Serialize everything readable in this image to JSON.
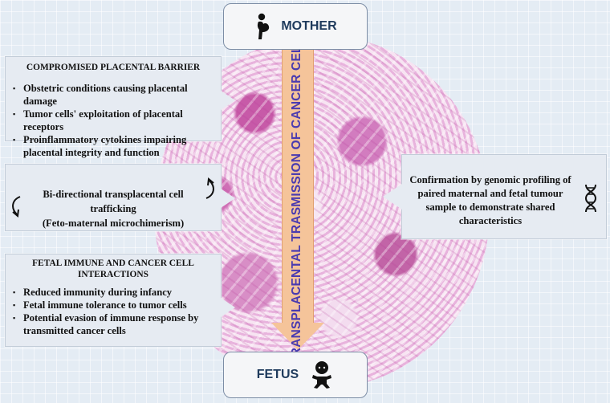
{
  "top_label": "MOTHER",
  "bottom_label": "FETUS",
  "central_arrow_label": "TRANSPLACENTAL TRASMISSION OF CANCER CELLS",
  "barrier_box": {
    "heading": "COMPROMISED PLACENTAL BARRIER",
    "items": [
      "Obstetric conditions causing placental damage",
      "Tumor cells' exploitation of placental receptors",
      "Proinflammatory cytokines impairing placental integrity and function"
    ]
  },
  "trafficking_box": {
    "line1": "Bi-directional transplacental cell trafficking",
    "line2": "(Feto-maternal microchimerism)"
  },
  "immune_box": {
    "heading": "FETAL IMMUNE AND CANCER CELL INTERACTIONS",
    "items": [
      "Reduced immunity during infancy",
      "Fetal immune tolerance to tumor cells",
      "Potential evasion of immune response by transmitted cancer cells"
    ]
  },
  "confirmation_box": {
    "text": "Confirmation by genomic profiling of paired maternal and fetal tumour sample to demonstrate shared characteristics"
  },
  "icons": {
    "mother": "pregnant-woman-icon",
    "fetus": "baby-icon",
    "dna": "dna-helix-icon",
    "cycle": "curved-arrow-icon"
  },
  "colors": {
    "title_text": "#1e3a5c",
    "arrow_fill": "#f5c49a",
    "arrow_text": "#4a3bb0",
    "box_fill": "#e6ebf2",
    "tissue": "#eec3e4"
  }
}
